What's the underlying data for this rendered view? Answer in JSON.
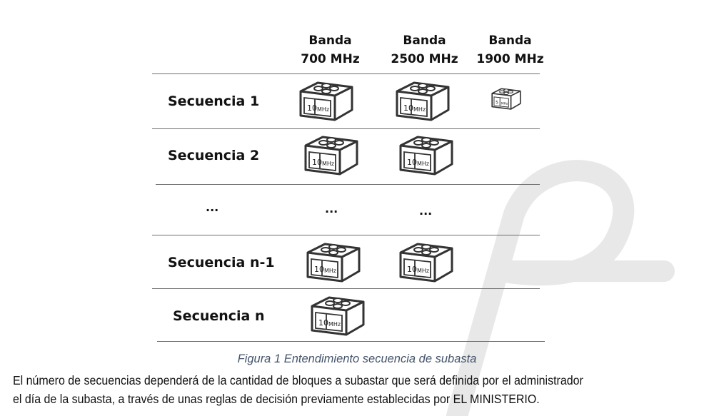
{
  "table": {
    "columns": [
      {
        "line1": "Banda",
        "line2": "700 MHz"
      },
      {
        "line1": "Banda",
        "line2": "2500 MHz"
      },
      {
        "line1": "Banda",
        "line2": "1900 MHz"
      }
    ],
    "rows": [
      {
        "label": "Secuencia 1"
      },
      {
        "label": "Secuencia 2"
      },
      {
        "label": "..."
      },
      {
        "label": "Secuencia n-1"
      },
      {
        "label": "Secuencia n"
      }
    ],
    "ellipsis": "...",
    "block_large": {
      "size": "10",
      "unit": "MHz"
    },
    "block_small": {
      "size": "5",
      "unit": "MHz"
    }
  },
  "caption": "Figura 1 Entendimiento secuencia de subasta",
  "paragraph": {
    "line1": "El número de secuencias dependerá de la cantidad de bloques a subastar que será definida por el administrador",
    "line2": "el día de la subasta, a través de unas reglas de decisión previamente establecidas por EL MINISTERIO."
  },
  "colors": {
    "caption": "#44546a",
    "rule": "#6f6f6f",
    "watermark": "#e6e6e6"
  }
}
